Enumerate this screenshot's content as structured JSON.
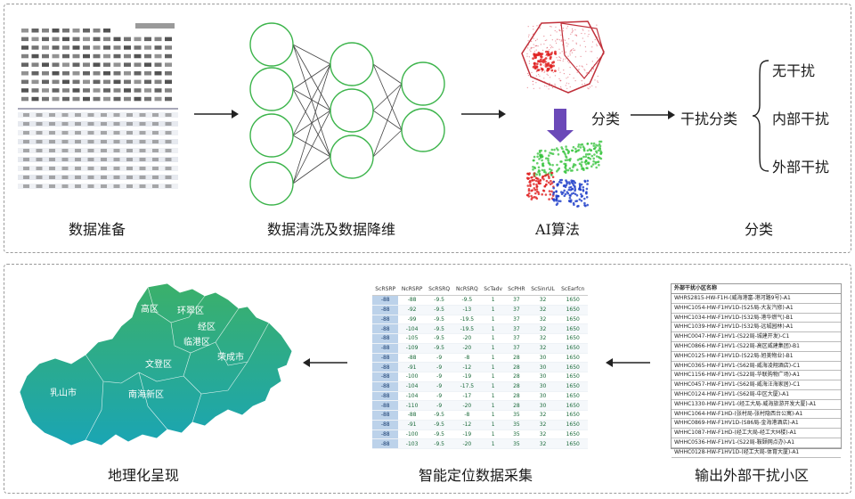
{
  "top_row": {
    "captions": [
      "数据准备",
      "数据清洗及数据降维",
      "AI算法",
      "分类"
    ],
    "label_classify": "分类",
    "label_interference_classify": "干扰分类",
    "branches": [
      "无干扰",
      "内部干扰",
      "外部干扰"
    ]
  },
  "bottom_row": {
    "captions": [
      "地理化呈现",
      "智能定位数据采集",
      "输出外部干扰小区"
    ],
    "map_regions": [
      "高区",
      "环翠区",
      "经区",
      "临港区",
      "荣成市",
      "文登区",
      "乳山市",
      "南海新区"
    ],
    "table": {
      "headers": [
        "ScRSRP",
        "NcRSRP",
        "ScRSRQ",
        "NcRSRQ",
        "ScTadv",
        "ScPHR",
        "ScSinrUL",
        "ScEarfcn"
      ],
      "rows": [
        [
          "-88",
          "-88",
          "-9.5",
          "-9.5",
          "1",
          "37",
          "32",
          "1650"
        ],
        [
          "-88",
          "-92",
          "-9.5",
          "-13",
          "1",
          "37",
          "32",
          "1650"
        ],
        [
          "-88",
          "-99",
          "-9.5",
          "-19.5",
          "1",
          "37",
          "32",
          "1650"
        ],
        [
          "-88",
          "-104",
          "-9.5",
          "-19.5",
          "1",
          "37",
          "32",
          "1650"
        ],
        [
          "-88",
          "-105",
          "-9.5",
          "-20",
          "1",
          "37",
          "32",
          "1650"
        ],
        [
          "-88",
          "-109",
          "-9.5",
          "-20",
          "1",
          "37",
          "32",
          "1650"
        ],
        [
          "-88",
          "-88",
          "-9",
          "-8",
          "1",
          "28",
          "30",
          "1650"
        ],
        [
          "-88",
          "-91",
          "-9",
          "-12",
          "1",
          "28",
          "30",
          "1650"
        ],
        [
          "-88",
          "-100",
          "-9",
          "-19",
          "1",
          "28",
          "30",
          "1650"
        ],
        [
          "-88",
          "-104",
          "-9",
          "-17.5",
          "1",
          "28",
          "30",
          "1650"
        ],
        [
          "-88",
          "-104",
          "-9",
          "-17",
          "1",
          "28",
          "30",
          "1650"
        ],
        [
          "-88",
          "-110",
          "-9",
          "-20",
          "1",
          "28",
          "30",
          "1650"
        ],
        [
          "-88",
          "-88",
          "-9.5",
          "-8",
          "1",
          "35",
          "32",
          "1650"
        ],
        [
          "-88",
          "-91",
          "-9.5",
          "-12",
          "1",
          "35",
          "32",
          "1650"
        ],
        [
          "-88",
          "-100",
          "-9.5",
          "-19",
          "1",
          "35",
          "32",
          "1650"
        ],
        [
          "-88",
          "-103",
          "-9.5",
          "-20",
          "1",
          "35",
          "32",
          "1650"
        ]
      ]
    },
    "cell_list": {
      "header": "外部干扰小区名称",
      "items": [
        "WHRS2815-HW-F1H-(威海港富-港河路9号)-A1",
        "WHHC1054-HW-F1HV1D-(S25局-大友汽修)-A1",
        "WHHC1034-HW-F1HV1D-(S32局-港华燃气)-B1",
        "WHHC1039-HW-F1HV1D-(S32局-远城园林)-A1",
        "WHHC0047-HW-F1HV1-(S22局-城建开发)-C1",
        "WHHC0866-HW-F1HV1-(S22局-高区威建集团)-B1",
        "WHHC0125-HW-F1HV1D-(S22局-旭美物业)-B1",
        "WHHC0365-HW-F1HV1-(S62局-威海凌翔酒店)-C1",
        "WHHC1156-HW-F1HV1-(S22局-华联购物广场)-A1",
        "WHHC0457-HW-F1HV1-(S62局-威海汪海家居)-C1",
        "WHHC0124-HW-F1HV1-(S62局-中区大厦)-A1",
        "WHHC1330-HW-F1HV1-(经工大局-威海旅游开发大厦)-A1",
        "WHHC1064-HW-F1HD-(张村局-张村隐西台公寓)-A1",
        "WHHC0869-HW-F1HV1D-(S86局-金海港酒店)-A1",
        "WHHC1087-HW-F1HD-(经工大局-经工大M楼)-A1",
        "WHHC0536-HW-F1HV1-(S22局-鞍颐网点办)-A1",
        "WHHC0128-HW-F1HV1D-(经工大局-体育大厦)-A1"
      ]
    }
  },
  "colors": {
    "neuron": "#3cb44b",
    "cluster_red": "#e02020",
    "cluster_green": "#33c13a",
    "cluster_blue": "#1a3bc8",
    "highlight": "#bcd2ea",
    "map_top": "#3bb06a",
    "map_bottom": "#1aa5b4"
  },
  "icons": [
    "arrow-right-icon",
    "arrow-left-icon",
    "arrow-down-icon",
    "brace-icon"
  ]
}
